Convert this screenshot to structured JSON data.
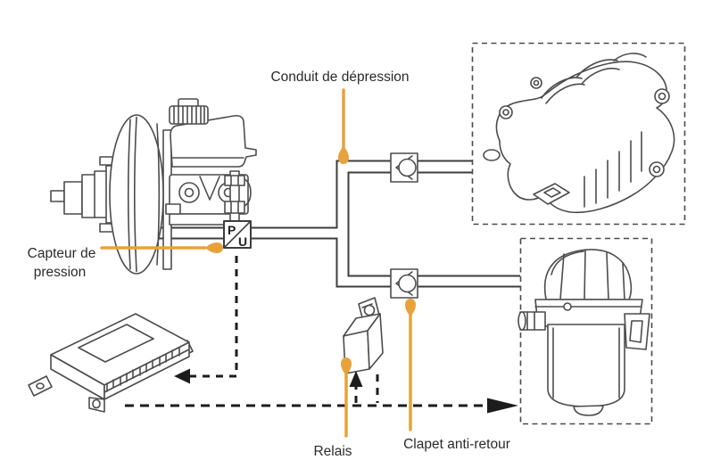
{
  "diagram": {
    "background": "#ffffff",
    "labels": {
      "vacuum_line": "Conduit de dépression",
      "pressure_sensor_line1": "Capteur de",
      "pressure_sensor_line2": "pression",
      "relay": "Relais",
      "check_valve": "Clapet anti-retour"
    },
    "pressure_sensor_symbol": {
      "top_letter": "P",
      "bottom_letter": "U"
    },
    "colors": {
      "callout_orange": "#E8A23C",
      "artwork_stroke": "#4c4c4c",
      "pipe_stroke": "#3d3d3d",
      "connector_dash": "#1c1c1c",
      "label_text": "#2b2b2b"
    },
    "components": [
      {
        "name": "brake-booster-master-cylinder-illustration"
      },
      {
        "name": "pressure-sensor-pu-symbol"
      },
      {
        "name": "check-valve-symbol-upper"
      },
      {
        "name": "check-valve-symbol-lower"
      },
      {
        "name": "intake-manifold-illustration"
      },
      {
        "name": "vacuum-pump-illustration"
      },
      {
        "name": "ecu-illustration"
      },
      {
        "name": "relay-illustration"
      }
    ]
  }
}
